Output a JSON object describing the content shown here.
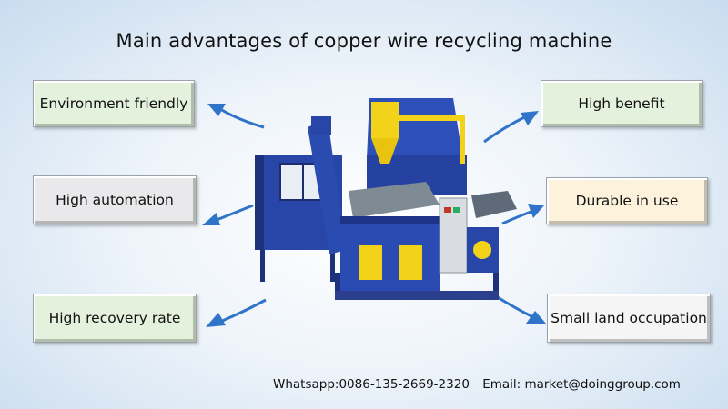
{
  "title": "Main advantages of copper wire recycling machine",
  "advantages": {
    "environment": "Environment friendly",
    "automation": "High automation",
    "recovery": "High recovery rate",
    "benefit": "High benefit",
    "durable": "Durable in use",
    "land": "Small land occupation"
  },
  "contact": {
    "whatsapp": "Whatsapp:0086-135-2669-2320",
    "email": "Email: market@doinggroup.com"
  },
  "colors": {
    "arrow": "#2f74c8",
    "machine_blue": "#2746a8",
    "machine_yellow": "#f2d31a",
    "background_edge": "#c9dcef"
  },
  "icons": [
    "arrow-icon"
  ]
}
